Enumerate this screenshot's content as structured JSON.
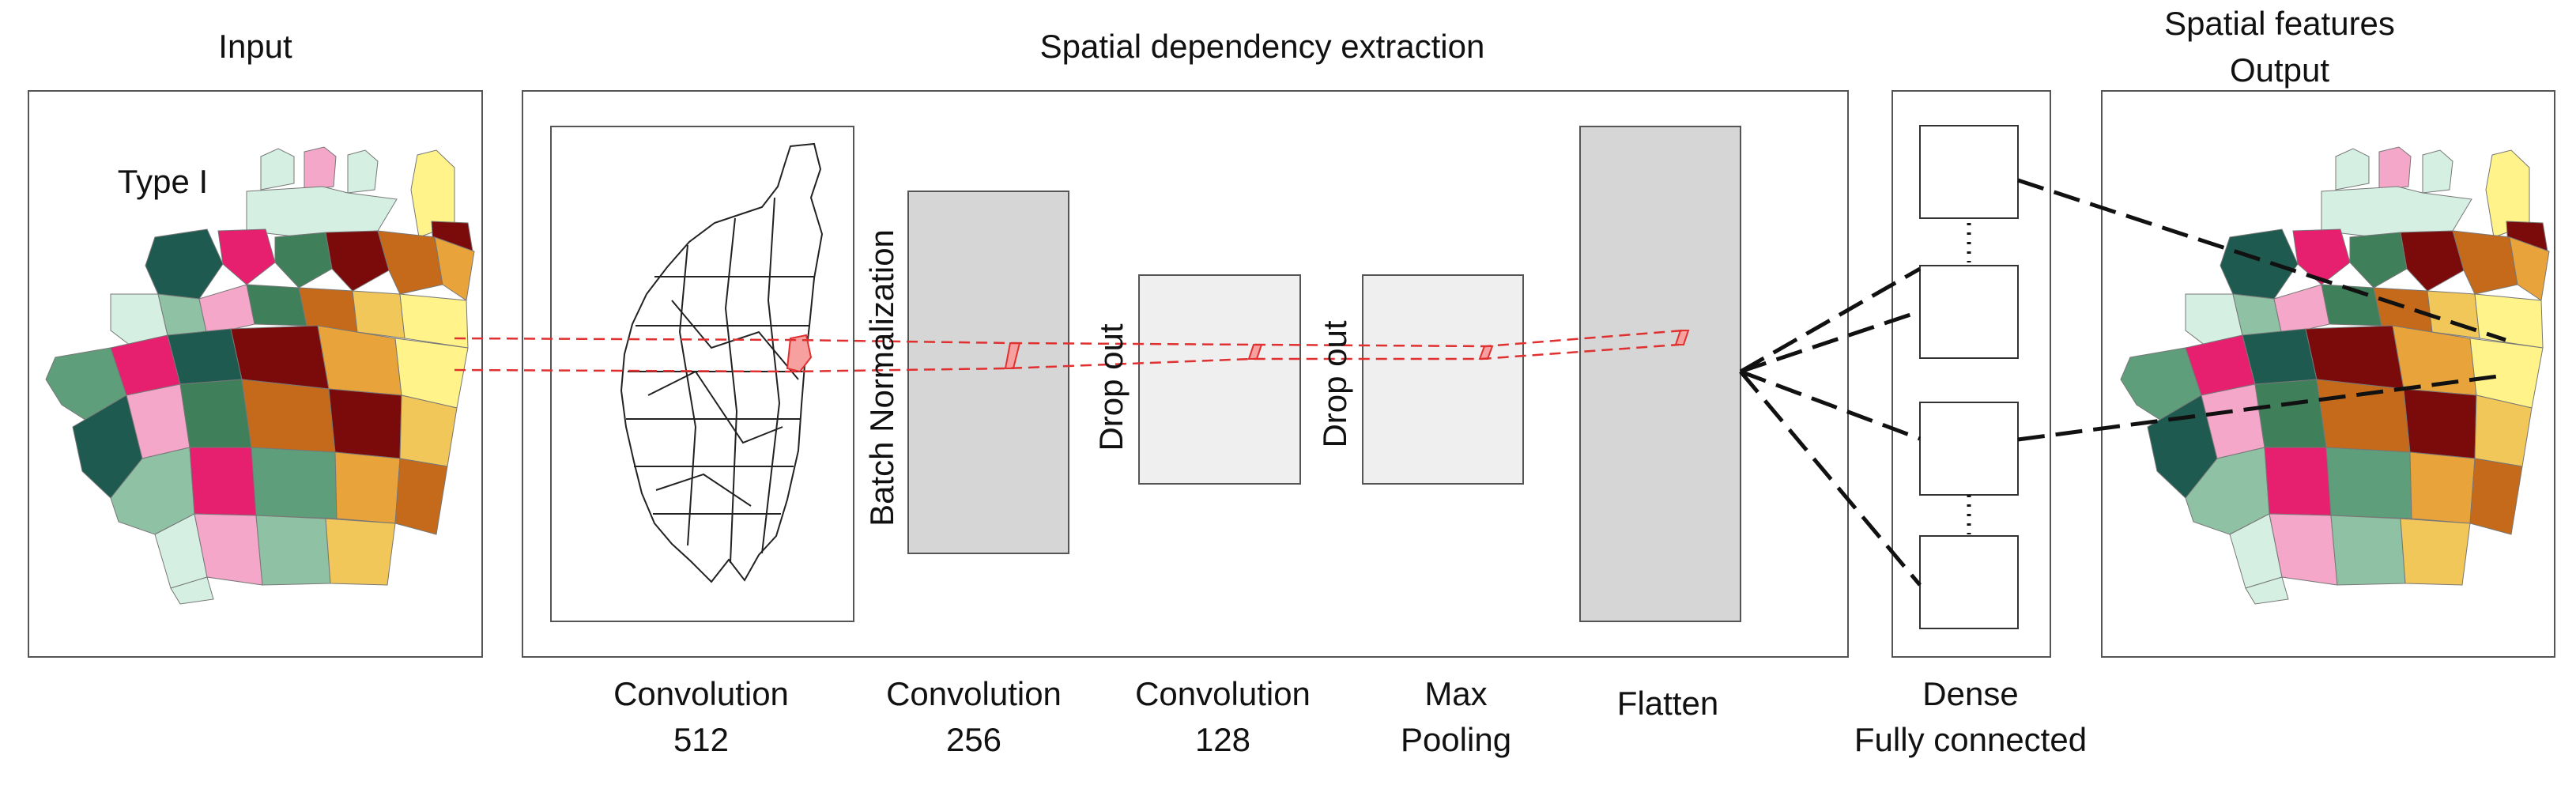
{
  "headers": {
    "input": "Input",
    "extraction": "Spatial dependency extraction",
    "output_line1": "Spatial features",
    "output_line2": "Output"
  },
  "input_map_label": "Type I",
  "vertical_labels": {
    "batch_norm": "Batch Normalization",
    "dropout_1": "Drop out",
    "dropout_2": "Drop out"
  },
  "layers": [
    {
      "line1": "Convolution",
      "line2": "512"
    },
    {
      "line1": "Convolution",
      "line2": "256"
    },
    {
      "line1": "Convolution",
      "line2": "128"
    },
    {
      "line1": "Max",
      "line2": "Pooling"
    },
    {
      "line1": "Flatten",
      "line2": ""
    },
    {
      "line1": "Dense",
      "line2": "Fully connected"
    }
  ],
  "colors": {
    "frame": "#555555",
    "layer_dark": "#d6d6d6",
    "layer_light": "#efefef",
    "trace": "#e03030",
    "connector": "#111111",
    "map_palette": [
      "#7b0a0a",
      "#c46a1a",
      "#e8a33a",
      "#f2c75a",
      "#fff38a",
      "#e61f6e",
      "#f4a7c8",
      "#1e5a4f",
      "#3f7f5a",
      "#5e9e7a",
      "#8fc2a4",
      "#d5f0e3"
    ]
  }
}
